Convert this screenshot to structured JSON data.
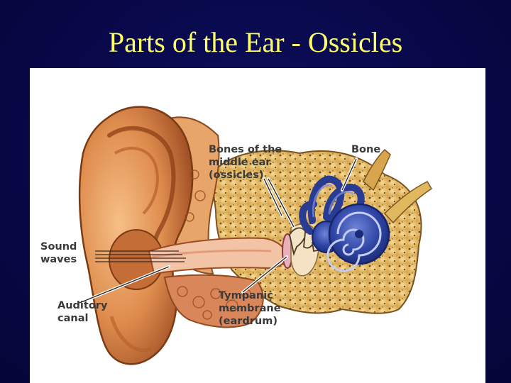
{
  "title": "Parts of the Ear - Ossicles",
  "labels": {
    "ossicles": "Bones of the\nmiddle ear\n(ossicles)",
    "bone": "Bone",
    "sound_waves": "Sound\nwaves",
    "auditory_canal": "Auditory\ncanal",
    "tympanic_membrane": "Tympanic\nmembrane\n(eardrum)"
  },
  "colors": {
    "background": "#08084a",
    "title": "#ffff66",
    "skin": "#e59a5c",
    "skin_dark": "#a8562a",
    "bone": "#f1c977",
    "cochlea": "#2b3f9c",
    "label_text": "#3a3a3a"
  }
}
